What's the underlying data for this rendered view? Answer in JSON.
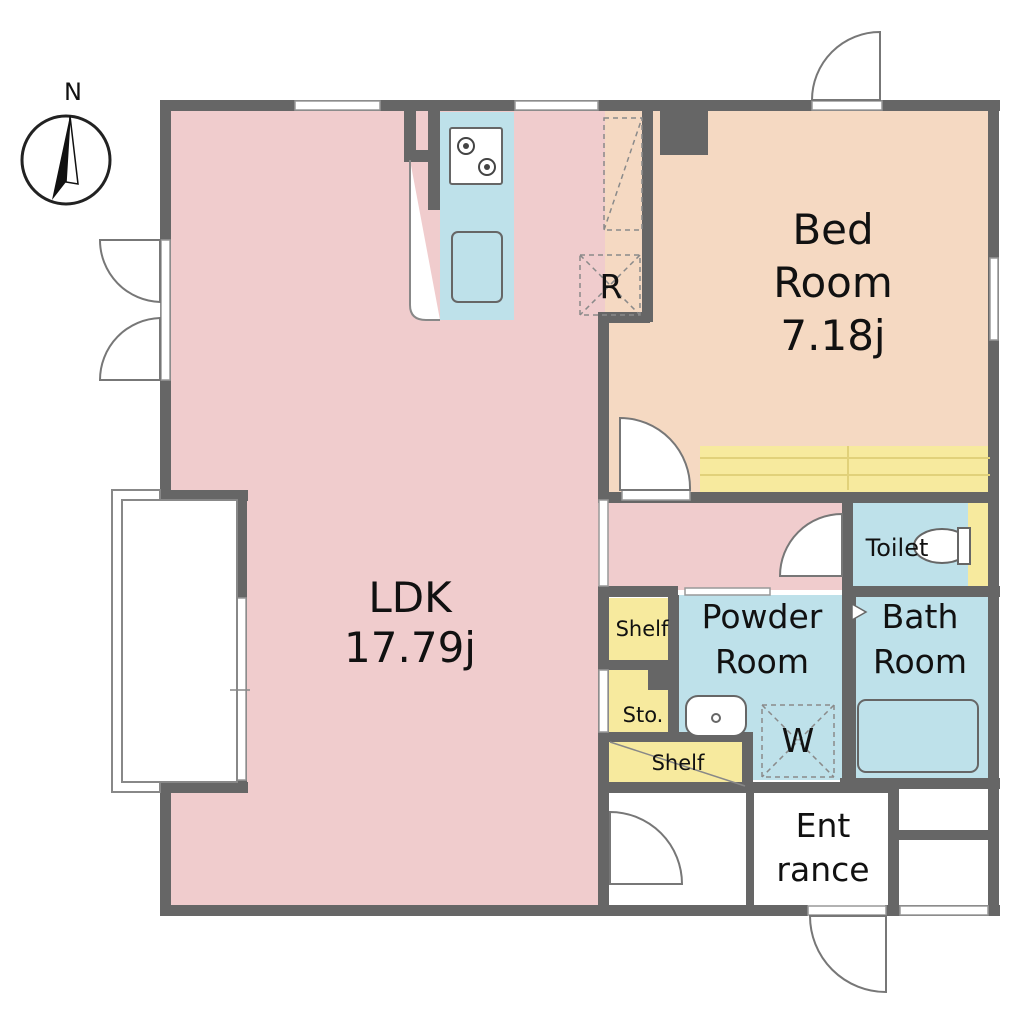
{
  "compass": {
    "north_label": "N"
  },
  "rooms": {
    "ldk": {
      "name": "LDK",
      "area": "17.79j"
    },
    "bedroom": {
      "line1": "Bed",
      "line2": "Room",
      "area": "7.18j"
    },
    "toilet": {
      "name": "Toilet"
    },
    "powder_room": {
      "line1": "Powder",
      "line2": "Room"
    },
    "bath_room": {
      "line1": "Bath",
      "line2": "Room"
    },
    "entrance": {
      "line1": "Ent",
      "line2": "rance"
    }
  },
  "fixtures": {
    "refrigerator": "R",
    "washer": "W",
    "shelf_upper": "Shelf",
    "shelf_lower": "Shelf",
    "storage": "Sto."
  },
  "colors": {
    "ldk_floor": "#f0cccd",
    "bedroom_floor": "#f5d9c2",
    "wet_area": "#bee1ea",
    "storage": "#f7ea9e",
    "walls": "#666666",
    "entrance_floor": "#ffffff"
  }
}
